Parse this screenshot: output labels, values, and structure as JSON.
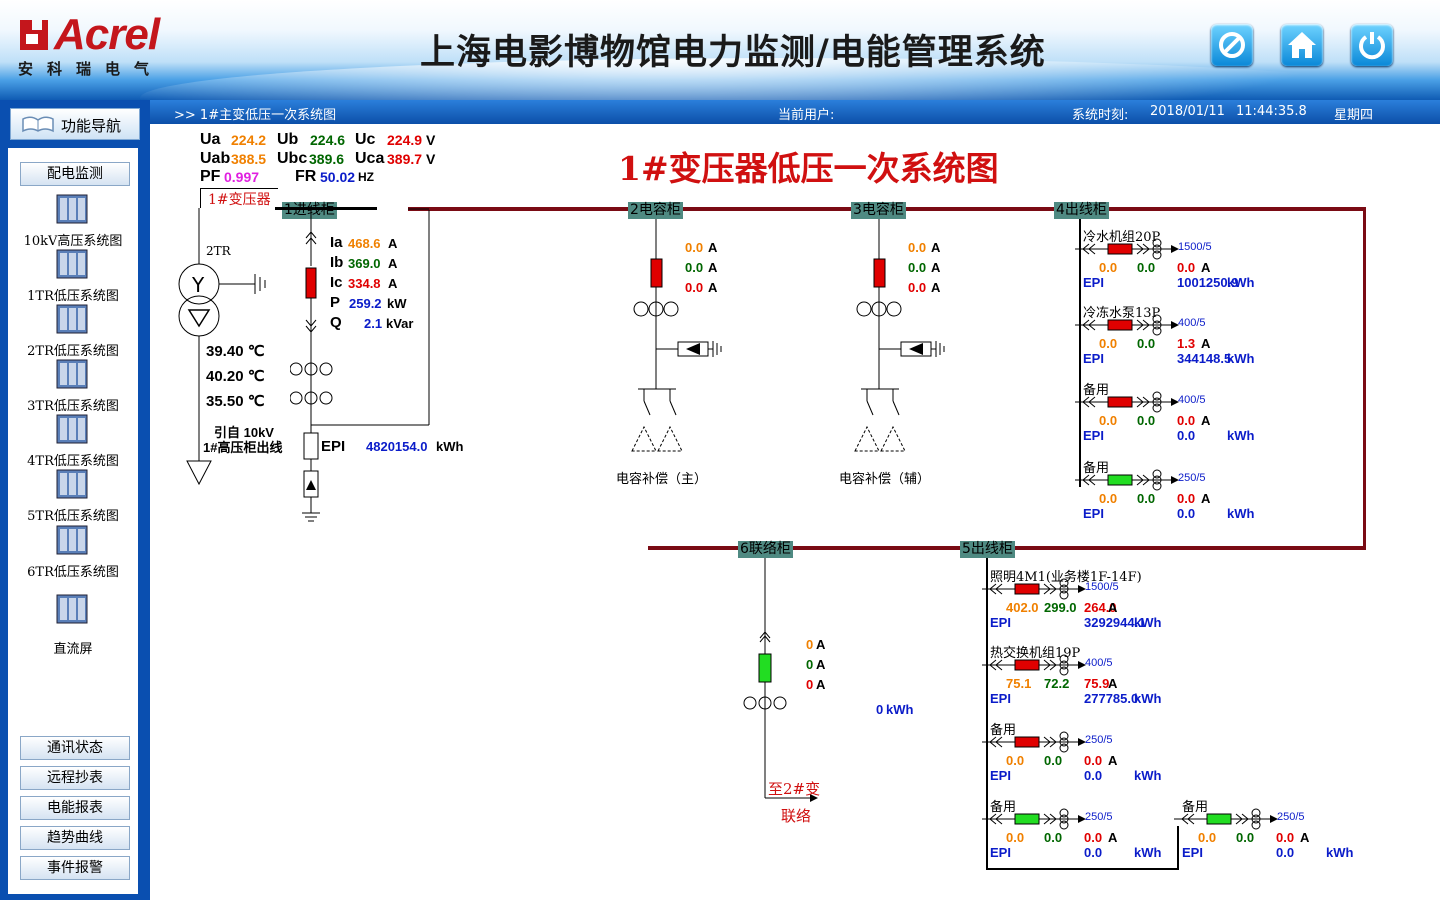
{
  "header": {
    "logo_text": "Acrel",
    "logo_sub": "安科瑞电气",
    "title": "上海电影博物馆电力监测/电能管理系统"
  },
  "status": {
    "page": ">>  1#主变低压一次系统图",
    "user_label": "当前用户:",
    "time_label": "系统时刻:",
    "date": "2018/01/11",
    "time": "11:44:35.8",
    "weekday": "星期四"
  },
  "sidebar": {
    "nav_title": "功能导航",
    "section": "配电监测",
    "items": [
      "10kV高压系统图",
      "1TR低压系统图",
      "2TR低压系统图",
      "3TR低压系统图",
      "4TR低压系统图",
      "5TR低压系统图",
      "6TR低压系统图",
      "直流屏"
    ],
    "buttons": [
      "通讯状态",
      "远程抄表",
      "电能报表",
      "趋势曲线",
      "事件报警"
    ]
  },
  "diagram": {
    "title": "1#变压器低压一次系统图",
    "voltages": {
      "ua_label": "Ua",
      "ua": "224.2",
      "ub_label": "Ub",
      "ub": "224.6",
      "uc_label": "Uc",
      "uc": "224.9",
      "v_unit": "V",
      "uab_label": "Uab",
      "uab": "388.5",
      "ubc_label": "Ubc",
      "ubc": "389.6",
      "uca_label": "Uca",
      "uca": "389.7",
      "pf_label": "PF",
      "pf": "0.997",
      "fr_label": "FR",
      "fr": "50.02",
      "hz": "HZ"
    },
    "transformer": {
      "name": "1#变压器",
      "code": "2TR",
      "temps": [
        "39.40 ℃",
        "40.20 ℃",
        "35.50 ℃"
      ],
      "source_line1": "引自  10kV",
      "source_line2": "1#高压柜出线"
    },
    "incoming": {
      "cabinet": "1进线柜",
      "ia_label": "Ia",
      "ia": "468.6",
      "ib_label": "Ib",
      "ib": "369.0",
      "ic_label": "Ic",
      "ic": "334.8",
      "a": "A",
      "p_label": "P",
      "p": "259.2",
      "p_unit": "kW",
      "q_label": "Q",
      "q": "2.1",
      "q_unit": "kVar",
      "epi_label": "EPI",
      "epi": "4820154.0",
      "epi_unit": "kWh"
    },
    "cap_main": {
      "cabinet": "2电容柜",
      "currents": [
        "0.0",
        "0.0",
        "0.0"
      ],
      "name": "电容补偿（主）"
    },
    "cap_aux": {
      "cabinet": "3电容柜",
      "currents": [
        "0.0",
        "0.0",
        "0.0"
      ],
      "name": "电容补偿（辅）"
    },
    "out4": {
      "cabinet": "4出线柜",
      "feeders": [
        {
          "name": "冷水机组20P",
          "ct": "1500/5",
          "ia": "0.0",
          "ib": "0.0",
          "ic": "0.0",
          "epi": "1001250.9",
          "state": "closed"
        },
        {
          "name": "冷冻水泵13P",
          "ct": "400/5",
          "ia": "0.0",
          "ib": "0.0",
          "ic": "1.3",
          "epi": "344148.5",
          "state": "closed"
        },
        {
          "name": "备用",
          "ct": "400/5",
          "ia": "0.0",
          "ib": "0.0",
          "ic": "0.0",
          "epi": "0.0",
          "state": "closed"
        },
        {
          "name": "备用",
          "ct": "250/5",
          "ia": "0.0",
          "ib": "0.0",
          "ic": "0.0",
          "epi": "0.0",
          "state": "open"
        }
      ]
    },
    "tie": {
      "cabinet": "6联络柜",
      "currents": [
        "0",
        "0",
        "0"
      ],
      "a": "A",
      "kwh": "0",
      "kwh_unit": "kWh",
      "dest1": "至2#变",
      "dest2": "联络"
    },
    "out5": {
      "cabinet": "5出线柜",
      "feeders": [
        {
          "name": "照明4M1(业务楼1F-14F)",
          "ct": "1500/5",
          "ia": "402.0",
          "ib": "299.0",
          "ic": "264.0",
          "epi": "3292944.1",
          "state": "closed"
        },
        {
          "name": "热交换机组19P",
          "ct": "400/5",
          "ia": "75.1",
          "ib": "72.2",
          "ic": "75.9",
          "epi": "277785.0",
          "state": "closed"
        },
        {
          "name": "备用",
          "ct": "250/5",
          "ia": "0.0",
          "ib": "0.0",
          "ic": "0.0",
          "epi": "0.0",
          "state": "closed"
        },
        {
          "name": "备用",
          "ct": "250/5",
          "ia": "0.0",
          "ib": "0.0",
          "ic": "0.0",
          "epi": "0.0",
          "state": "open"
        },
        {
          "name": "备用",
          "ct": "250/5",
          "ia": "0.0",
          "ib": "0.0",
          "ic": "0.0",
          "epi": "0.0",
          "state": "open"
        }
      ]
    },
    "epi_label": "EPI",
    "kwh": "kWh",
    "amp": "A"
  },
  "colors": {
    "bus": "#7a0b14",
    "closed": "#e00000",
    "open": "#22dd22",
    "ia": "#f08000",
    "ib": "#006600",
    "ic": "#e00000",
    "value": "#0b1cc9"
  },
  "icons": {
    "stop": "stop-icon",
    "home": "home-icon",
    "power": "power-icon",
    "nav": "book-icon",
    "cabinet": "cabinet-icon"
  }
}
